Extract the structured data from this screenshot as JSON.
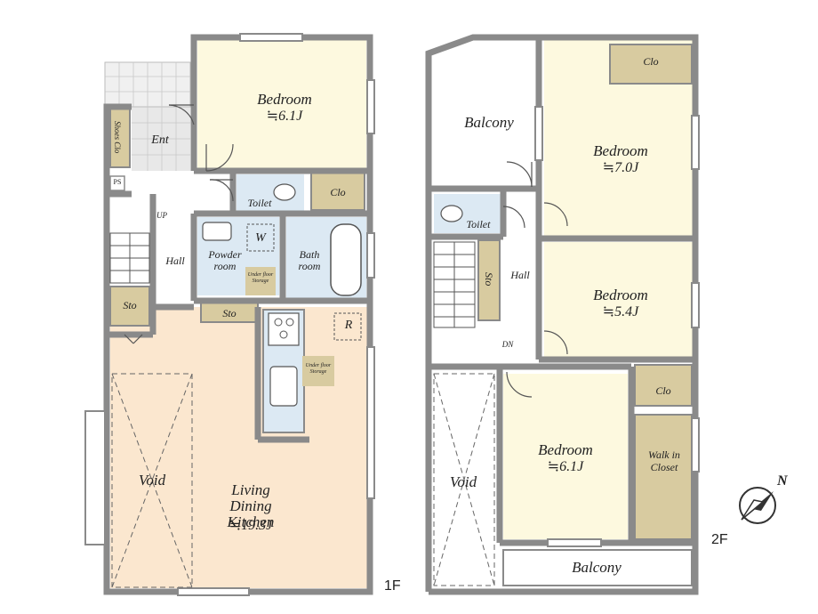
{
  "colors": {
    "wall": "#8a8a8a",
    "room": "#fdf9df",
    "living": "#fbe7cf",
    "storage": "#d8cba0",
    "wet": "#dce9f3",
    "tile": "#e6e6e6",
    "balcony": "#ffffff"
  },
  "floor1": {
    "floor_label": "1F",
    "bedroom": {
      "name": "Bedroom",
      "area": "≒6.1J"
    },
    "entrance": "Ent",
    "shoes": "Shoes Clo",
    "ps": "PS",
    "up": "UP",
    "toilet": "Toilet",
    "clo": "Clo",
    "w": "W",
    "powder": "Powder room",
    "bath": "Bath room",
    "underfloor1": "Under floor Storage",
    "hall": "Hall",
    "sto_left": "Sto",
    "sto_mid": "Sto",
    "r": "R",
    "underfloor2": "Under floor Storage",
    "void": "Void",
    "ldk": {
      "name": "Living Dining Kitchen",
      "area": "≒19.3J"
    }
  },
  "floor2": {
    "floor_label": "2F",
    "balcony_top": "Balcony",
    "clo_top": "Clo",
    "bedroom_top": {
      "name": "Bedroom",
      "area": "≒7.0J"
    },
    "toilet": "Toilet",
    "sto": "Sto",
    "hall": "Hall",
    "dn": "DN",
    "bedroom_mid": {
      "name": "Bedroom",
      "area": "≒5.4J"
    },
    "clo_mid": "Clo",
    "bedroom_bottom": {
      "name": "Bedroom",
      "area": "≒6.1J"
    },
    "walkin": "Walk in Closet",
    "void": "Void",
    "balcony_bottom": "Balcony"
  },
  "compass": {
    "north_label": "N",
    "icon": "compass-icon"
  }
}
